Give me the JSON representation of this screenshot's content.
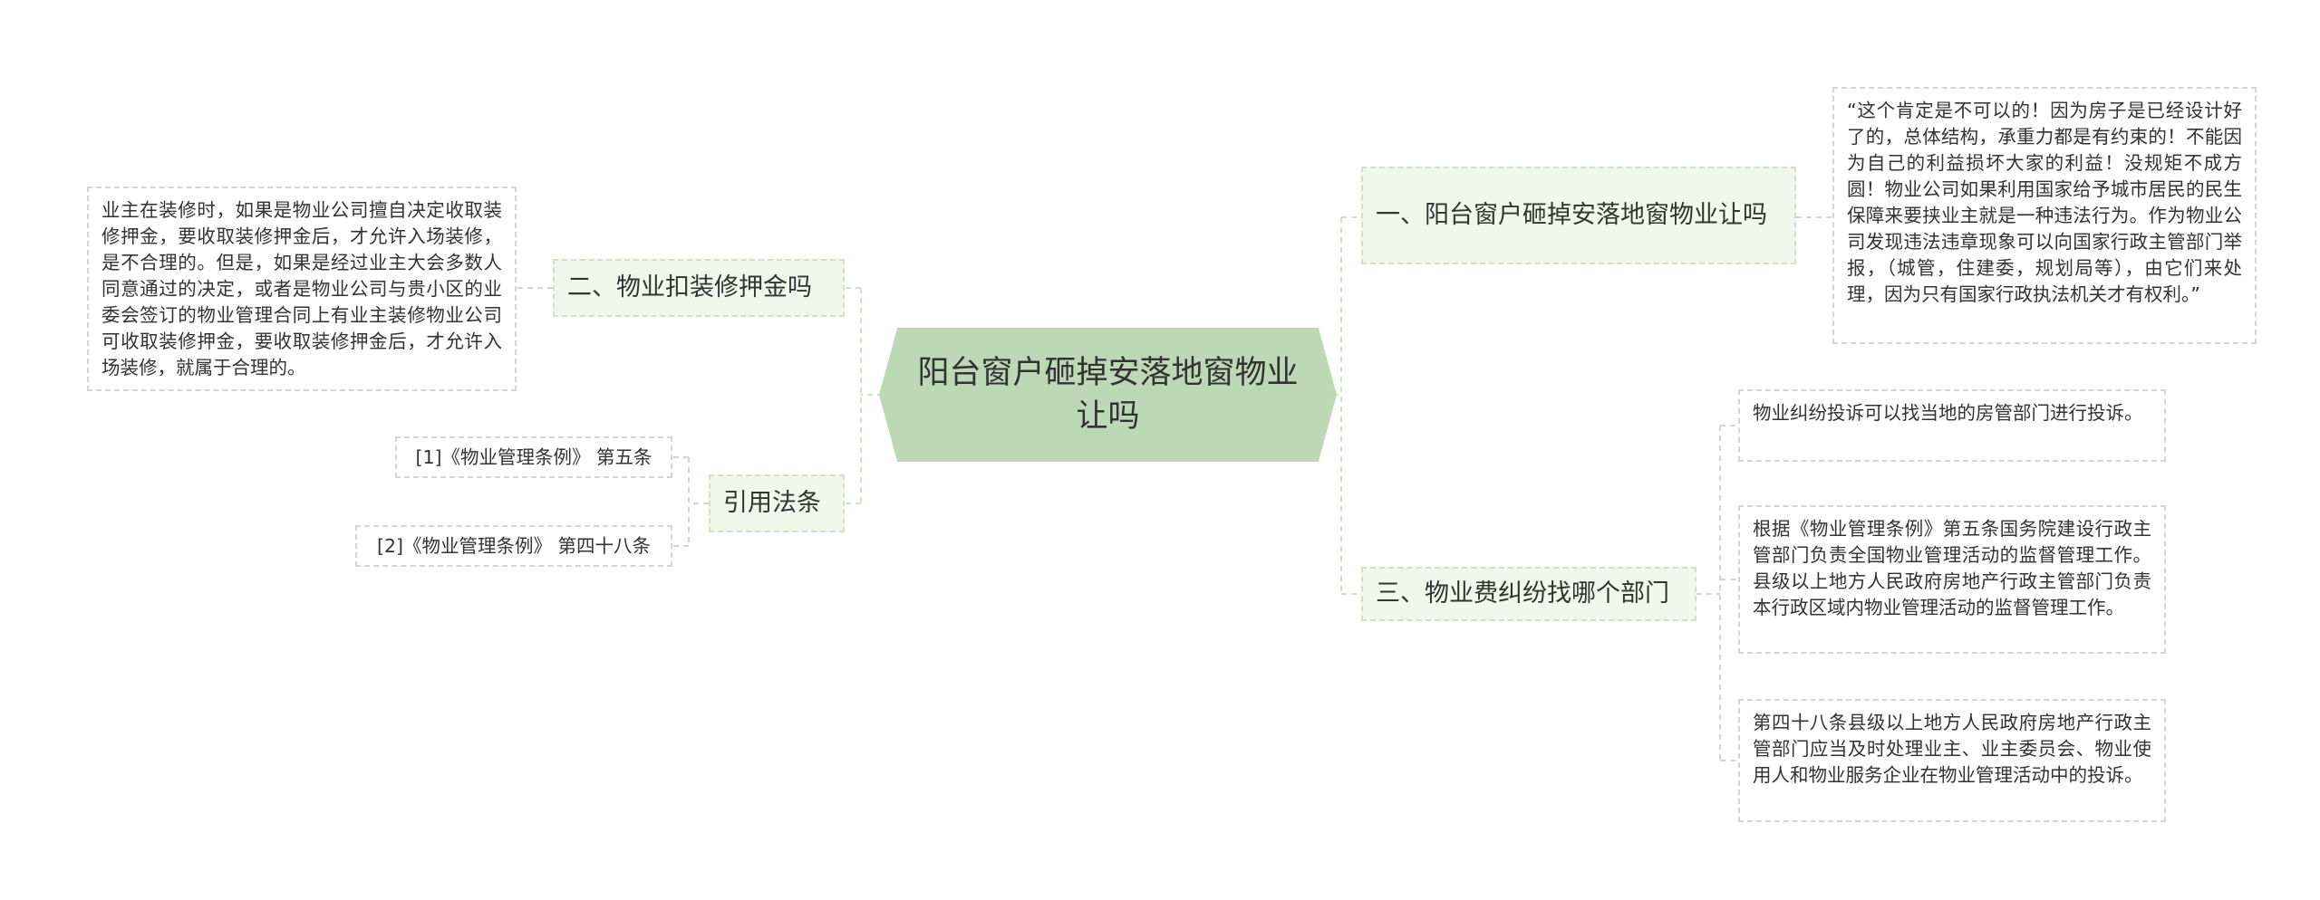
{
  "root": {
    "text": "阳台窗户砸掉安落地窗物业让吗"
  },
  "branches": [
    {
      "title": "一、阳台窗户砸掉安落地窗物业让吗",
      "leaves": [
        "“这个肯定是不可以的！因为房子是已经设计好了的，总体结构，承重力都是有约束的！不能因为自己的利益损坏大家的利益！没规矩不成方圆！物业公司如果利用国家给予城市居民的民生保障来要挟业主就是一种违法行为。作为物业公司发现违法违章现象可以向国家行政主管部门举报，（城管，住建委，规划局等），由它们来处理，因为只有国家行政执法机关才有权利。”"
      ]
    },
    {
      "title": "二、物业扣装修押金吗",
      "leaves": [
        "业主在装修时，如果是物业公司擅自决定收取装修押金，要收取装修押金后，才允许入场装修，是不合理的。但是，如果是经过业主大会多数人同意通过的决定，或者是物业公司与贵小区的业委会签订的物业管理合同上有业主装修物业公司可收取装修押金，要收取装修押金后，才允许入场装修，就属于合理的。"
      ]
    },
    {
      "title": "三、物业费纠纷找哪个部门",
      "leaves": [
        "物业纠纷投诉可以找当地的房管部门进行投诉。",
        "根据《物业管理条例》第五条国务院建设行政主管部门负责全国物业管理活动的监督管理工作。县级以上地方人民政府房地产行政主管部门负责本行政区域内物业管理活动的监督管理工作。",
        "第四十八条县级以上地方人民政府房地产行政主管部门应当及时处理业主、业主委员会、物业使用人和物业服务企业在物业管理活动中的投诉。"
      ]
    },
    {
      "title": "引用法条",
      "leaves": [
        "[1]《物业管理条例》 第五条",
        "[2]《物业管理条例》 第四十八条"
      ]
    }
  ]
}
